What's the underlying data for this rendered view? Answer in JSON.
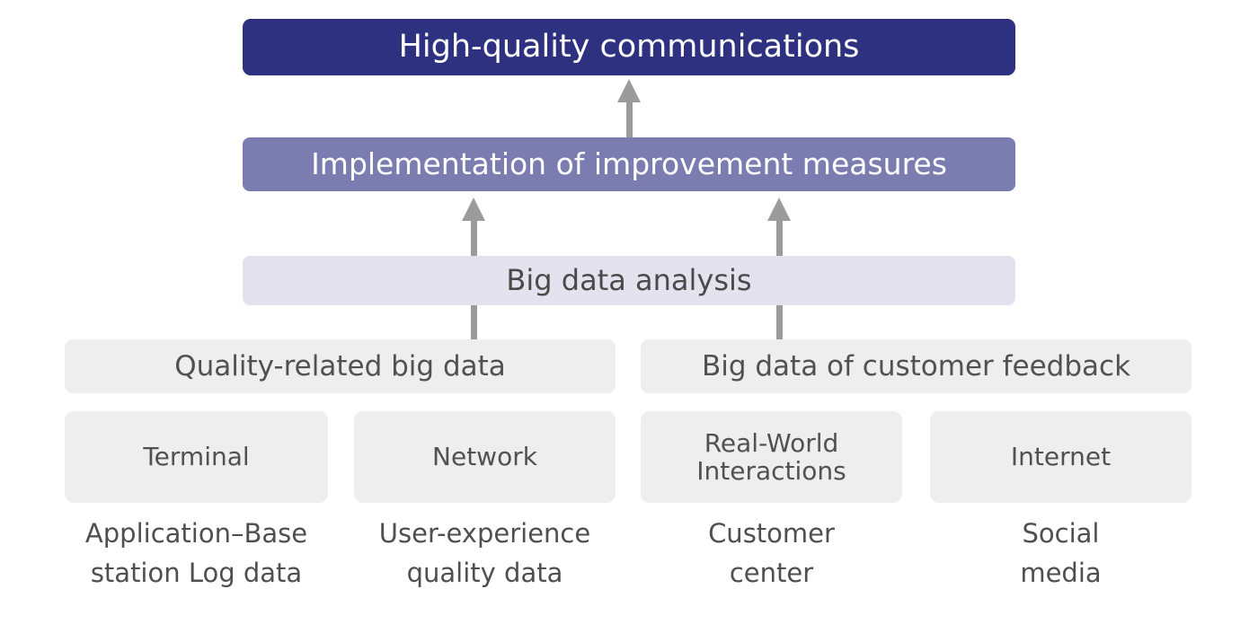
{
  "diagram": {
    "title_text": "High-quality communications",
    "tiers": {
      "top": {
        "label": "High-quality communications",
        "color": "#2e3180"
      },
      "second": {
        "label": "Implementation of improvement measures",
        "color": "#7b7cb0"
      },
      "third": {
        "label": "Big data analysis",
        "color": "#e5e2ef"
      }
    },
    "groups": [
      {
        "label": "Quality-related big data",
        "color": "#eeeeee"
      },
      {
        "label": "Big data of customer feedback",
        "color": "#eeeeee"
      }
    ],
    "sources": [
      {
        "label": "Terminal"
      },
      {
        "label": "Network"
      },
      {
        "label": "Real-World\nInteractions"
      },
      {
        "label": "Internet"
      }
    ],
    "captions": [
      {
        "label": "Application–Base\nstation Log data"
      },
      {
        "label": "User-experience\nquality data"
      },
      {
        "label": "Customer\ncenter"
      },
      {
        "label": "Social\nmedia"
      }
    ],
    "connector_color": "#9b9b9b"
  }
}
